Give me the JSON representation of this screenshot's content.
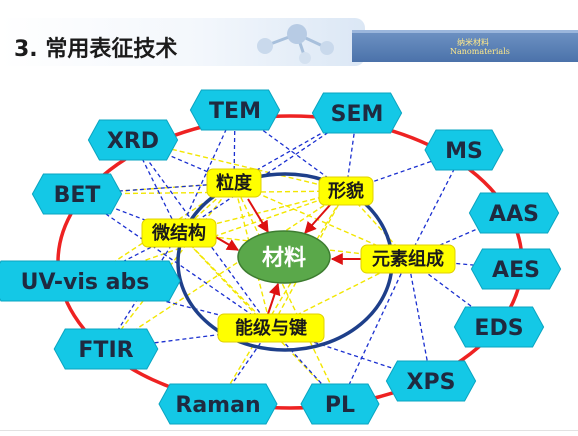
{
  "header": {
    "title": "3. 常用表征技术",
    "bar_text_cn": "纳米材料",
    "bar_text_en": "Nanomaterials"
  },
  "center": {
    "label": "材料"
  },
  "properties": [
    {
      "label": "粒度"
    },
    {
      "label": "形貌"
    },
    {
      "label": "微结构"
    },
    {
      "label": "元素组成"
    },
    {
      "label": "能级与键"
    }
  ],
  "techniques": [
    {
      "label": "TEM"
    },
    {
      "label": "SEM"
    },
    {
      "label": "XRD"
    },
    {
      "label": "MS"
    },
    {
      "label": "BET"
    },
    {
      "label": "AAS"
    },
    {
      "label": "UV-vis abs"
    },
    {
      "label": "AES"
    },
    {
      "label": "EDS"
    },
    {
      "label": "FTIR"
    },
    {
      "label": "XPS"
    },
    {
      "label": "Raman"
    },
    {
      "label": "PL"
    }
  ],
  "colors": {
    "hexagon_fill": "#14c8e6",
    "label_fill": "#ffff00",
    "core_fill": "#5aa84a",
    "outer_ring": "#ee2222",
    "inner_ring": "#1e3f8a",
    "link_blue": "#1a2fd0",
    "link_yellow": "#f2e600",
    "arrow_red": "#dd1111"
  }
}
